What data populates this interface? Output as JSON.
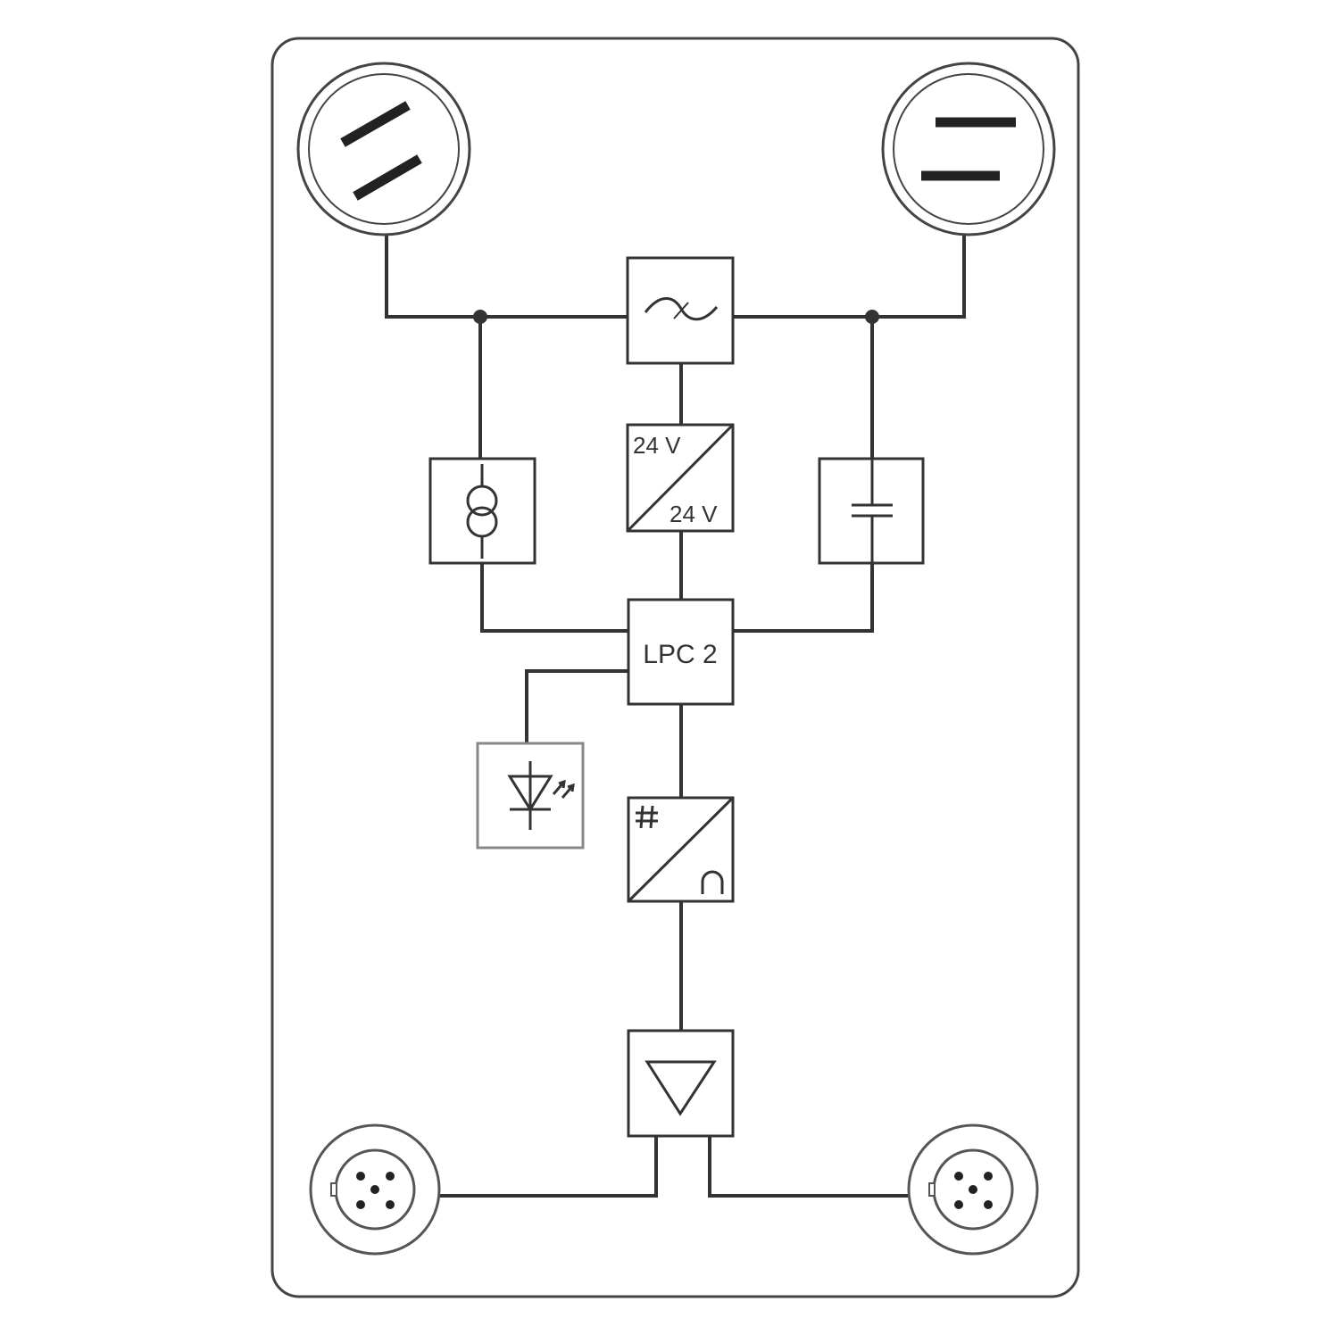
{
  "colors": {
    "line": "#333333",
    "panel_border": "#444444",
    "led_border": "#888888",
    "background": "#ffffff"
  },
  "blocks": {
    "converter_in_label": "24 V",
    "converter_out_label": "24 V",
    "controller_label": "LPC 2"
  },
  "icons": {
    "top_left_connector": "power-connector-diagonal-icon",
    "top_right_connector": "power-connector-horizontal-icon",
    "filter": "tilde-filter-icon",
    "current_source": "current-source-icon",
    "capacitor": "capacitor-icon",
    "status_led": "led-icon",
    "digital_analog_converter": "digital-analog-icon",
    "amplifier": "triangle-amplifier-icon",
    "bottom_left_connector": "m12-socket-icon",
    "bottom_right_connector": "m12-socket-icon"
  }
}
